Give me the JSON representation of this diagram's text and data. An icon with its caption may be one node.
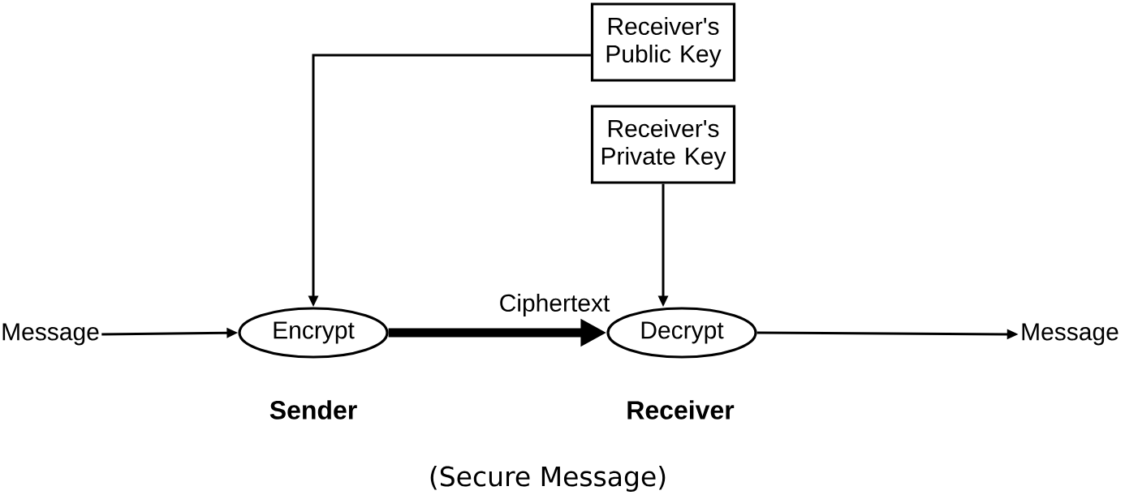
{
  "diagram": {
    "nodes": [
      {
        "text": [
          "Receiver's Public Key"
        ]
      },
      {
        "text": [
          "Receiver's Private Key"
        ]
      },
      {
        "text": [
          "Message"
        ]
      },
      {
        "text": [
          "Encrypt"
        ],
        "beside": [
          "Sender"
        ]
      },
      {
        "text": [
          "Decrypt"
        ],
        "beside": [
          "Receiver"
        ]
      },
      {
        "text": [
          "Message"
        ]
      }
    ],
    "edges": [
      {
        "from": 2,
        "to": 3,
        "arrow": "to"
      },
      {
        "from": 3,
        "to": 4,
        "arrow": "to",
        "label": "Ciphertext",
        "style": "thick"
      },
      {
        "from": 4,
        "to": 5,
        "arrow": "to"
      },
      {
        "from": 0,
        "to": 3,
        "arrow": "to"
      },
      {
        "from": 1,
        "to": 4,
        "arrow": "to"
      }
    ],
    "labels": [
      "(Secure Message)"
    ]
  }
}
